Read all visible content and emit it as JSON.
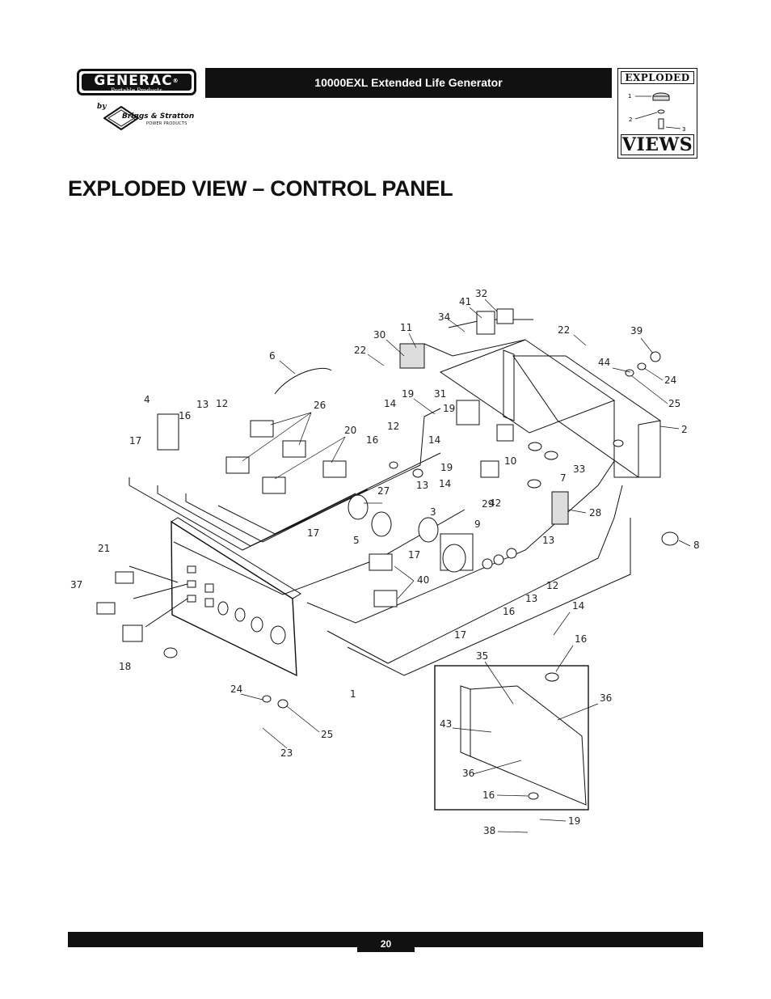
{
  "header": {
    "brand": "GENERAC",
    "brand_registered": "®",
    "brand_sub": "Portable Products",
    "by": "by",
    "partner": "Briggs & Stratton",
    "partner_sub": "POWER PRODUCTS",
    "model": "10000EXL Extended Life Generator"
  },
  "badge": {
    "top": "EXPLODED",
    "bottom": "VIEWS",
    "labels": [
      "1",
      "2",
      "3"
    ]
  },
  "page": {
    "title": "EXPLODED VIEW – CONTROL PANEL",
    "page_number": "20"
  },
  "diagram": {
    "callouts": [
      "32",
      "41",
      "34",
      "11",
      "30",
      "22",
      "22",
      "39",
      "44",
      "24",
      "25",
      "2",
      "6",
      "19",
      "31",
      "14",
      "19",
      "26",
      "4",
      "13",
      "12",
      "16",
      "17",
      "20",
      "16",
      "12",
      "14",
      "10",
      "13",
      "33",
      "7",
      "19",
      "14",
      "42",
      "27",
      "28",
      "29",
      "17",
      "13",
      "5",
      "3",
      "9",
      "17",
      "8",
      "21",
      "12",
      "40",
      "37",
      "13",
      "16",
      "17",
      "18",
      "14",
      "16",
      "35",
      "36",
      "43",
      "1",
      "24",
      "25",
      "23",
      "36",
      "16",
      "19",
      "38"
    ]
  }
}
